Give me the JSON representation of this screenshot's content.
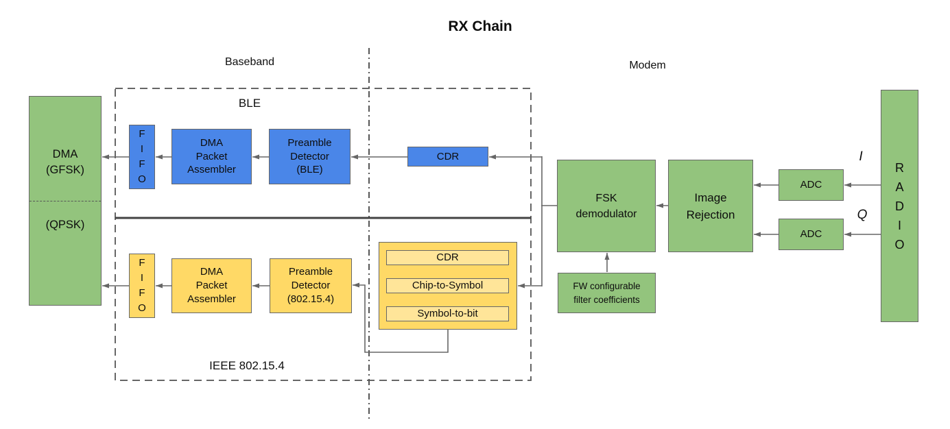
{
  "title": "RX Chain",
  "labels": {
    "baseband": "Baseband",
    "modem": "Modem",
    "ble": "BLE",
    "ieee": "IEEE 802.15.4",
    "i_signal": "I",
    "q_signal": "Q"
  },
  "colors": {
    "block_green": "#93C47D",
    "block_blue": "#4A86E8",
    "block_yellow": "#FFD966",
    "block_yellow_light": "#FFE599",
    "wire_gray": "#666666",
    "divider_dark": "#434343"
  },
  "baseband": {
    "dma": {
      "top": "DMA\n(GFSK)",
      "bottom": "(QPSK)"
    },
    "ble_path": {
      "fifo": "F\nI\nF\nO",
      "packet_assembler": "DMA\nPacket\nAssembler",
      "preamble_detector": "Preamble\nDetector\n(BLE)",
      "cdr": "CDR"
    },
    "ieee_path": {
      "fifo": "F\nI\nF\nO",
      "packet_assembler": "DMA\nPacket\nAssembler",
      "preamble_detector": "Preamble\nDetector\n(802.15.4)",
      "decoder_stages": [
        "CDR",
        "Chip-to-Symbol",
        "Symbol-to-bit"
      ]
    }
  },
  "modem": {
    "fsk_demodulator": "FSK\ndemodulator",
    "image_rejection": "Image\nRejection",
    "adc_i": "ADC",
    "adc_q": "ADC",
    "fw_filter": "FW configurable\nfilter coefficients",
    "radio": "R\nA\nD\nI\nO"
  }
}
